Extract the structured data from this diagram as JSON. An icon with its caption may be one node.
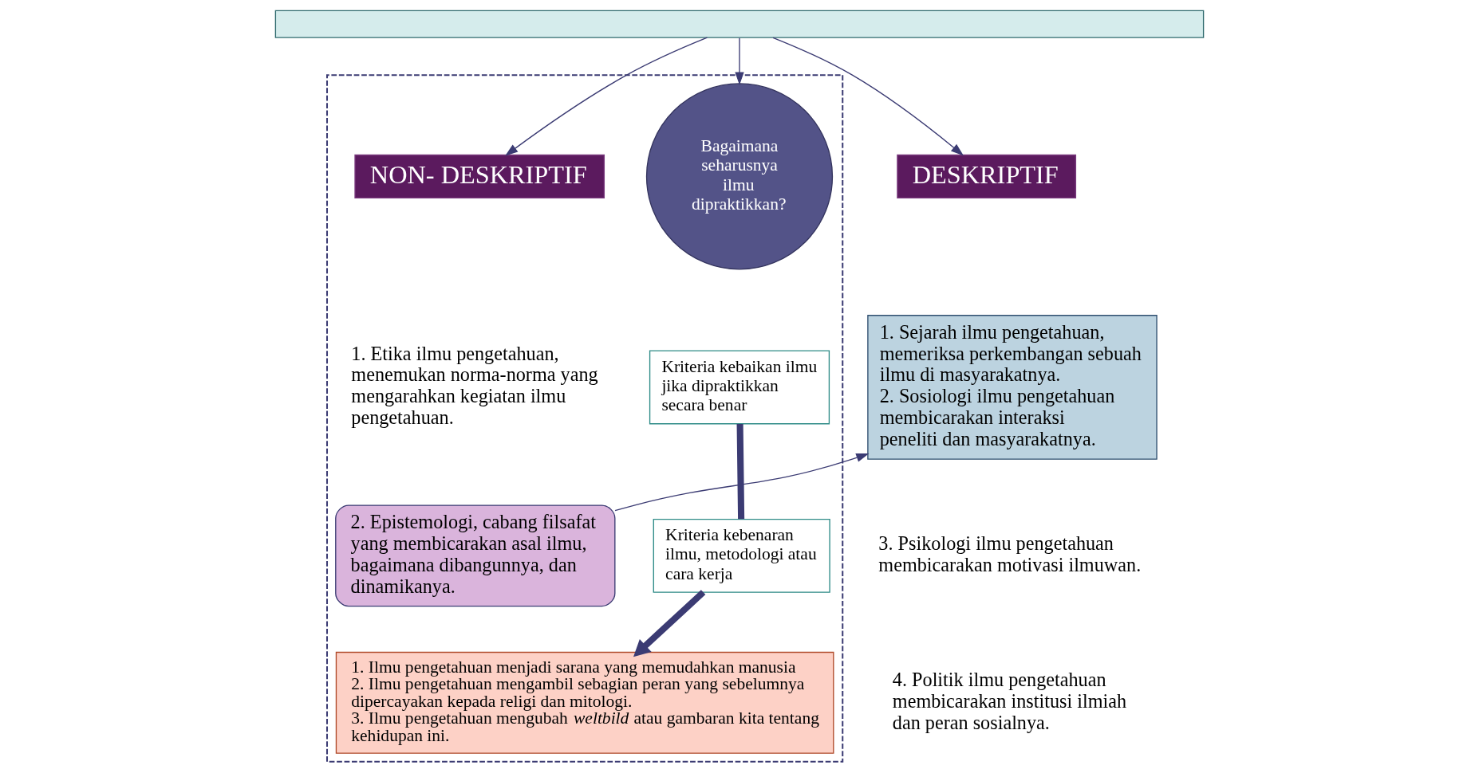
{
  "diagram": {
    "nodes": [
      {
        "text": [],
        "shape": "box"
      },
      {
        "text": [
          "DESKRIPTIF"
        ]
      },
      {
        "text": [],
        "shape": "box"
      },
      {
        "text": [
          "Bagaimana seharusnya ilmu dipraktikkan?"
        ],
        "in": 2
      },
      {
        "text": [
          "Kriteria kebaikan ilmu jika dipraktikkan secara benar"
        ],
        "in": 2
      },
      {
        "text": [
          "NON- DESKRIPTIF"
        ],
        "in": 2
      },
      {
        "text": [
          "1. Sejarah ilmu pengetahuan, memeriksa perkembangan sebuah ilmu di masyarakatnya.",
          "2. Sosiologi ilmu pengetahuan membicarakan interaksi peneliti dan masyarakatnya."
        ]
      },
      {
        "text": [
          "Kriteria kebenaran ilmu, metodologi atau cara kerja"
        ],
        "in": 2
      },
      {
        "text": [
          "2. Epistemologi, cabang filsafat yang membicarakan asal ilmu, bagaimana dibangunnya, dan dinamikanya."
        ],
        "in": 2
      },
      {
        "text": [
          "1. Ilmu pengetahuan menjadi sarana yang memudahkan manusia",
          "2. Ilmu pengetahuan mengambil sebagian peran yang sebelumnya dipercayakan kepada religi dan mitologi.",
          "3. Ilmu pengetahuan mengubah *weltbild* atau gambaran kita tentang kehidupan ini."
        ],
        "in": 2
      }
    ],
    "edges": [
      {
        "from": 0,
        "to": 1,
        "arrow": "to"
      },
      {
        "from": 0,
        "to": 3,
        "arrow": "to"
      },
      {
        "from": 0,
        "to": 5,
        "arrow": "to"
      },
      {
        "from": 4,
        "to": 7,
        "arrow": "none",
        "style": "thick"
      },
      {
        "from": 7,
        "to": 9,
        "arrow": "to",
        "style": "thick"
      },
      {
        "from": 8,
        "to": 6,
        "arrow": "to"
      }
    ],
    "labels": [
      "1. Etika ilmu pengetahuan, menemukan norma-norma yang mengarahkan kegiatan ilmu pengetahuan.",
      "3. Psikologi ilmu pengetahuan membicarakan motivasi ilmuwan.",
      "4. Politik ilmu pengetahuan membicarakan institusi ilmiah dan peran sosialnya."
    ]
  }
}
